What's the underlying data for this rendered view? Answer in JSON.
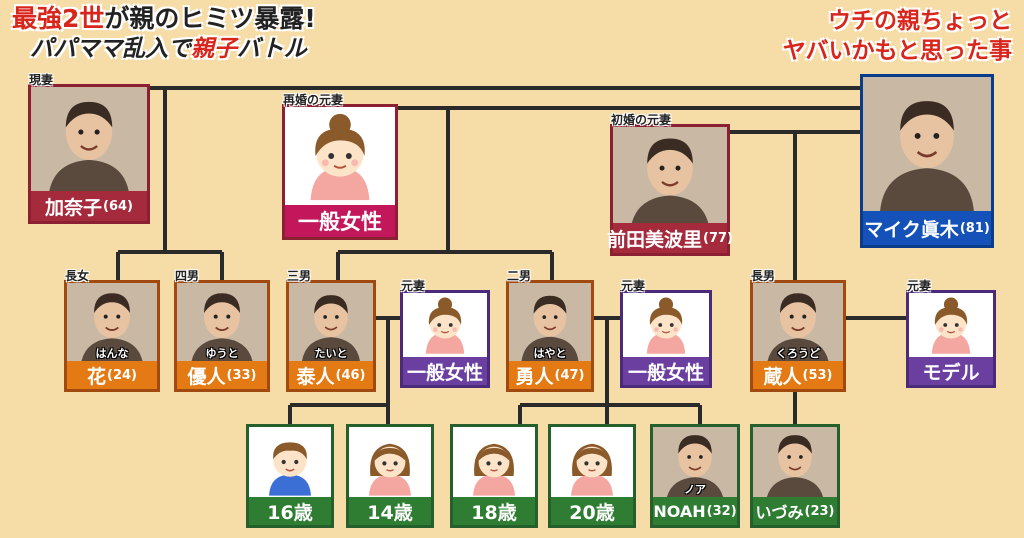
{
  "title_left": {
    "part1_red": "最強2世",
    "part1_rest": "が親のヒミツ暴露!",
    "part2_black": "パパママ乱入で",
    "part2_red": "親子",
    "part2_end": "バトル"
  },
  "title_right": {
    "line1": "ウチの親ちょっと",
    "line2": "ヤバいかもと思った事"
  },
  "people": {
    "kanako": {
      "role": "現妻",
      "name": "加奈子",
      "age": "(64)"
    },
    "remarried_ex": {
      "role": "再婚の元妻",
      "name": "一般女性"
    },
    "first_ex": {
      "role": "初婚の元妻",
      "name": "前田美波里",
      "age": "(77)"
    },
    "mike": {
      "name": "マイク眞木",
      "age": "(81)"
    },
    "hana": {
      "role": "長女",
      "furigana": "はんな",
      "name": "花",
      "age": "(24)"
    },
    "yuto": {
      "role": "四男",
      "furigana": "ゆうと",
      "name": "優人",
      "age": "(33)"
    },
    "taito": {
      "role": "三男",
      "furigana": "たいと",
      "name": "泰人",
      "age": "(46)"
    },
    "taito_ex": {
      "role": "元妻",
      "name": "一般女性"
    },
    "hayato": {
      "role": "二男",
      "furigana": "はやと",
      "name": "勇人",
      "age": "(47)"
    },
    "hayato_ex": {
      "role": "元妻",
      "name": "一般女性"
    },
    "kuroudo": {
      "role": "長男",
      "furigana": "くろうど",
      "name": "蔵人",
      "age": "(53)"
    },
    "kuroudo_ex": {
      "role": "元妻",
      "name": "モデル"
    },
    "child16": {
      "name": "16歳"
    },
    "child14": {
      "name": "14歳"
    },
    "child18": {
      "name": "18歳"
    },
    "child20": {
      "name": "20歳"
    },
    "noah": {
      "furigana": "ノア",
      "name": "NOAH",
      "age": "(32)"
    },
    "izumi": {
      "name": "いづみ",
      "age": "(23)"
    }
  },
  "colors": {
    "line": "#2a2a2a",
    "background": "#f6dca6"
  },
  "icons": [
    "woman-illustration-icon",
    "boy-illustration-icon",
    "girl-illustration-icon",
    "person-photo-icon"
  ]
}
